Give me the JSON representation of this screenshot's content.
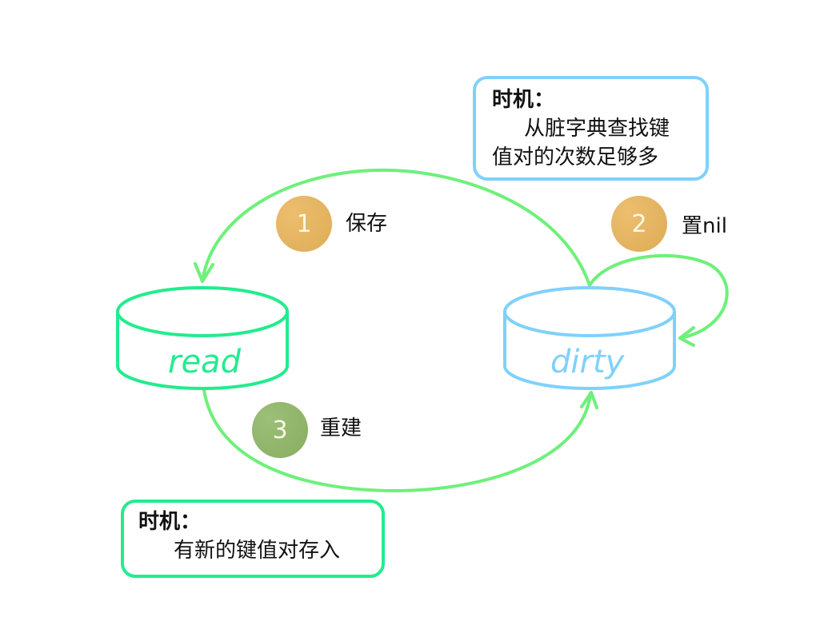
{
  "colors": {
    "read_stroke": "#22ec8e",
    "dirty_stroke": "#7fd1fb",
    "arrow_stroke": "#6ef07a",
    "badge_orange": "#e9b55a",
    "badge_green": "#8fb665"
  },
  "databases": {
    "read": {
      "label": "read"
    },
    "dirty": {
      "label": "dirty"
    }
  },
  "steps": [
    {
      "number": "1",
      "label": "保存",
      "from": "dirty",
      "to": "read"
    },
    {
      "number": "2",
      "label": "置nil",
      "from": "dirty",
      "to": "dirty"
    },
    {
      "number": "3",
      "label": "重建",
      "from": "read",
      "to": "dirty"
    }
  ],
  "notes": {
    "top": {
      "title": "时机：",
      "lines": [
        "从脏字典查找键",
        "值对的次数足够多"
      ]
    },
    "bottom": {
      "title": "时机：",
      "lines": [
        "有新的键值对存入"
      ]
    }
  }
}
